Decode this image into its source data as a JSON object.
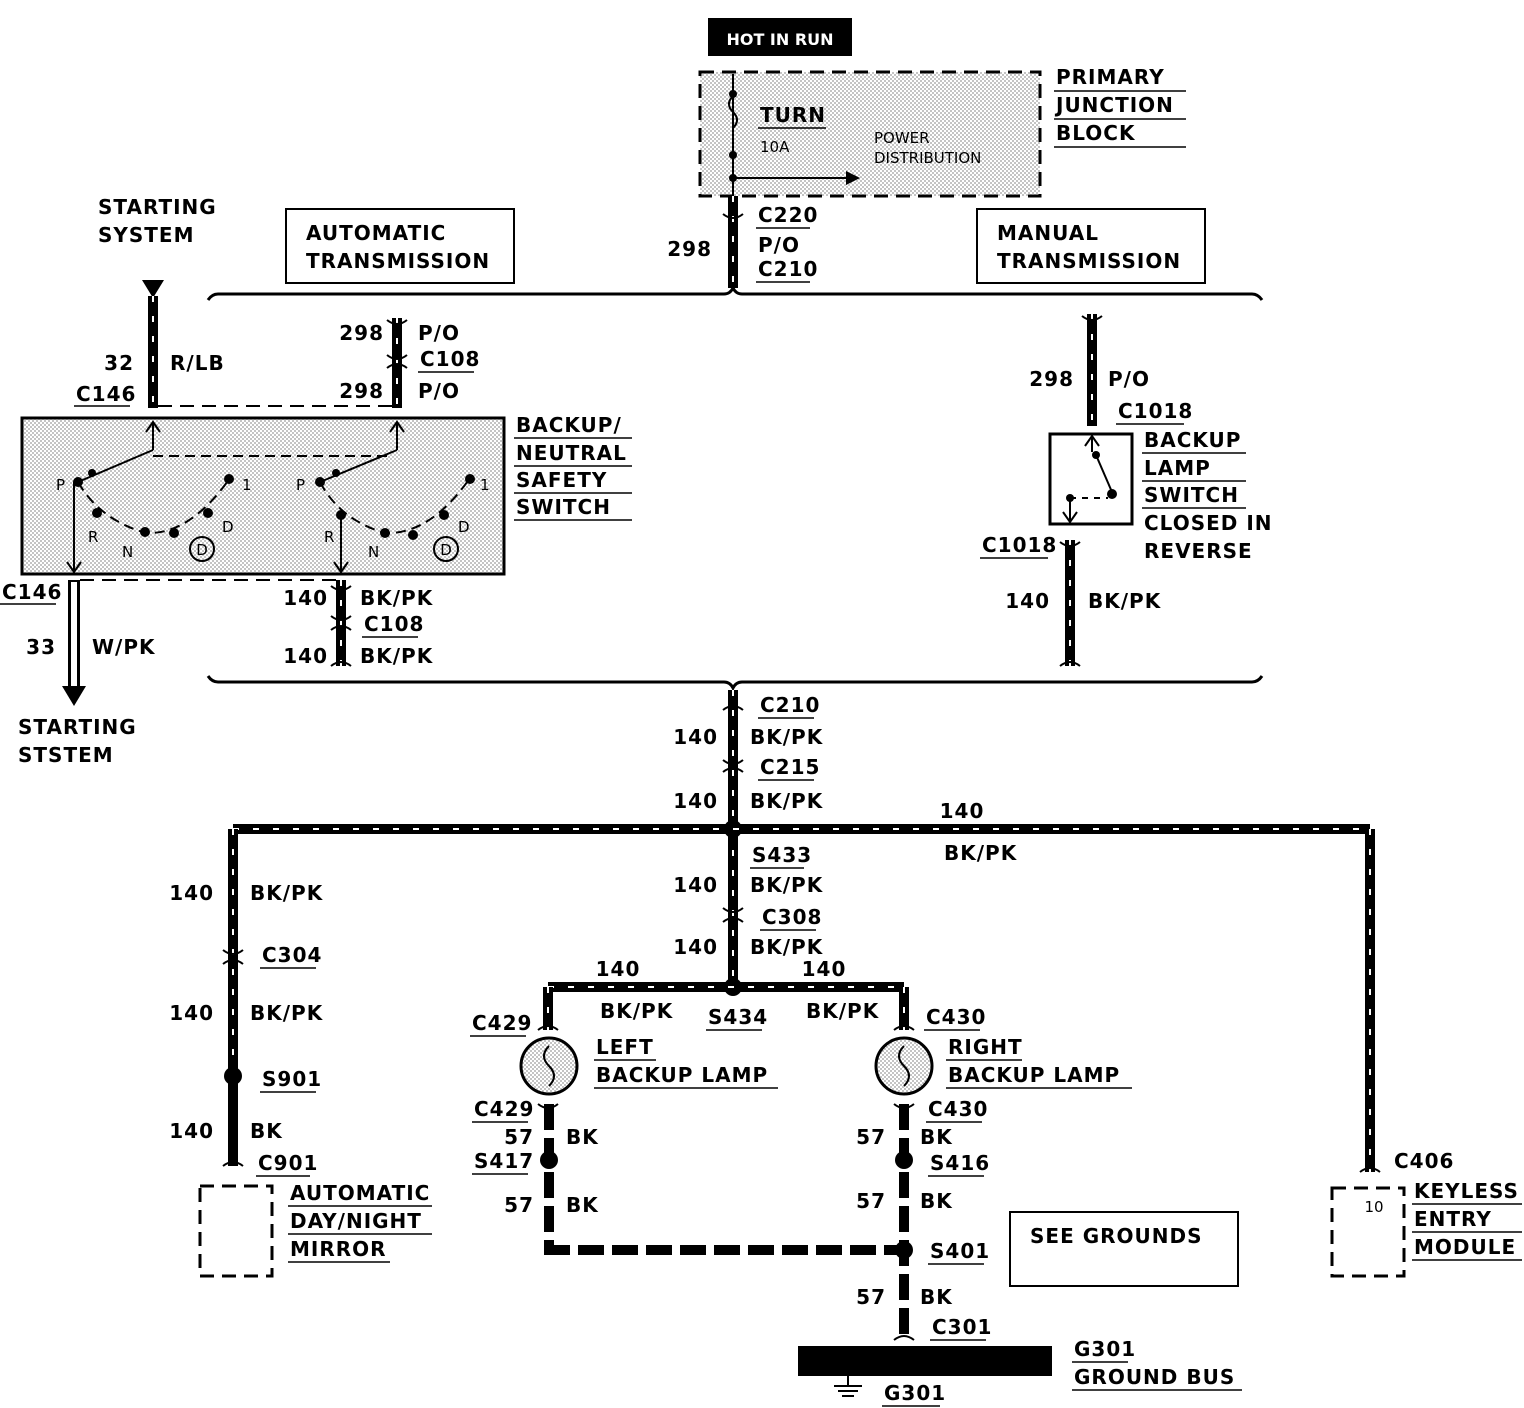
{
  "power": {
    "hot_in_run": "HOT IN RUN",
    "fuse_name": "TURN",
    "fuse_rating": "10A",
    "power_distribution_1": "POWER",
    "power_distribution_2": "DISTRIBUTION",
    "junction_block": [
      "PRIMARY",
      "JUNCTION",
      "BLOCK"
    ]
  },
  "connectors": {
    "c220": "C220",
    "po": "P/O",
    "c210": "C210",
    "c108": "C108",
    "c146": "C146",
    "c1018": "C1018",
    "c215": "C215",
    "s433": "S433",
    "c308": "C308",
    "s434": "S434",
    "c304": "C304",
    "s901": "S901",
    "c901": "C901",
    "c429": "C429",
    "c430": "C430",
    "s417": "S417",
    "s416": "S416",
    "s401": "S401",
    "c301": "C301",
    "c406": "C406",
    "g301": "G301",
    "pin10": "10"
  },
  "wires": {
    "n298": "298",
    "n32": "32",
    "rlb": "R/LB",
    "n140": "140",
    "bkpk": "BK/PK",
    "n33": "33",
    "wpk": "W/PK",
    "n57": "57",
    "bk": "BK"
  },
  "labels": {
    "starting_system_top": [
      "STARTING",
      "SYSTEM"
    ],
    "starting_system_bottom": [
      "STARTING",
      "STSTEM"
    ],
    "automatic_transmission": [
      "AUTOMATIC",
      "TRANSMISSION"
    ],
    "manual_transmission": [
      "MANUAL",
      "TRANSMISSION"
    ],
    "backup_neutral_switch": [
      "BACKUP/",
      "NEUTRAL",
      "SAFETY",
      "SWITCH"
    ],
    "backup_lamp_switch": [
      "BACKUP",
      "LAMP",
      "SWITCH",
      "CLOSED IN",
      "REVERSE"
    ],
    "gear_p": "P",
    "gear_r": "R",
    "gear_n": "N",
    "gear_d": "D",
    "gear_1": "1",
    "left_backup_lamp": [
      "LEFT",
      "BACKUP LAMP"
    ],
    "right_backup_lamp": [
      "RIGHT",
      "BACKUP LAMP"
    ],
    "mirror": [
      "AUTOMATIC",
      "DAY/NIGHT",
      "MIRROR"
    ],
    "keyless": [
      "KEYLESS",
      "ENTRY",
      "MODULE"
    ],
    "see_grounds": "SEE GROUNDS",
    "ground_bus": "GROUND BUS"
  }
}
